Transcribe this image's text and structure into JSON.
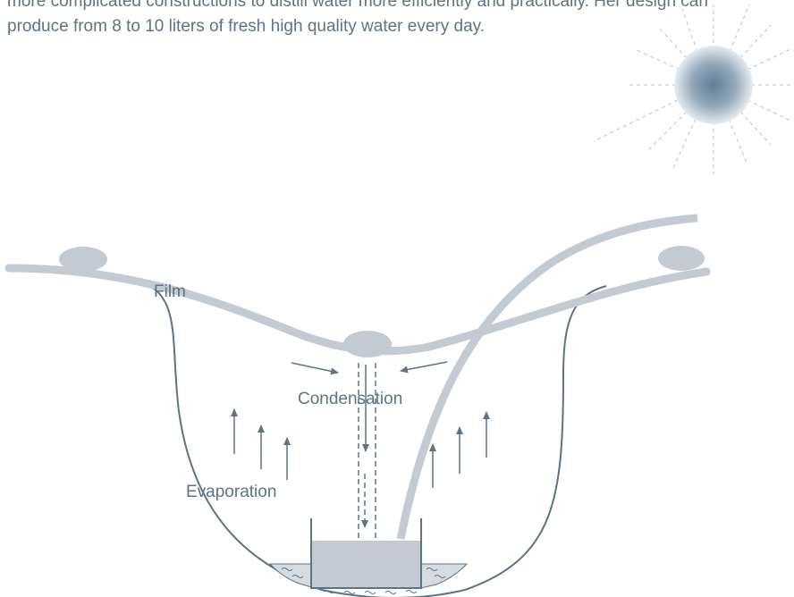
{
  "intro_text": {
    "line1": "more complicated constructions to distill water more efficiently and practically. Her design can",
    "line2": "produce from 8 to 10 liters of fresh high quality water every day."
  },
  "labels": {
    "film": "Film",
    "condensation": "Condensation",
    "evaporation": "Evaporation"
  },
  "colors": {
    "text": "#5d7386",
    "film": "#c3cad1",
    "outline": "#5d7386",
    "water": "#c3cad1",
    "sun_center": "#5d7e98"
  }
}
